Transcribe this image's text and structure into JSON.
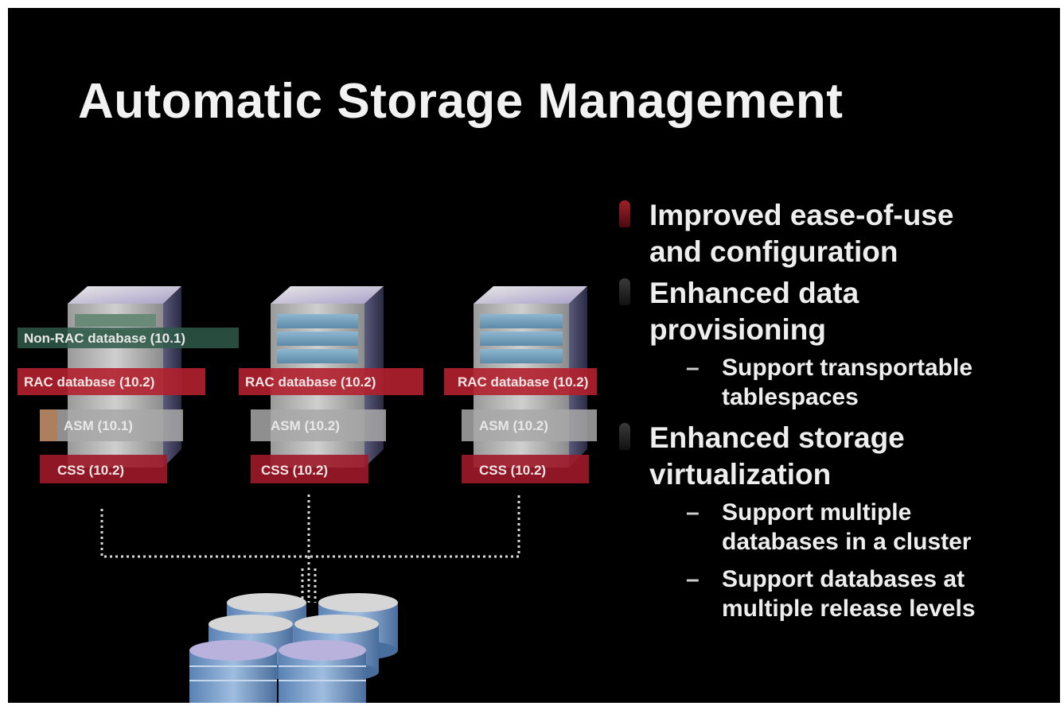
{
  "slide": {
    "title": "Automatic Storage Management"
  },
  "servers": [
    {
      "non_rac_label": "Non-RAC database (10.1)",
      "rac_label": "RAC database (10.2)",
      "asm_label": "ASM (10.1)",
      "css_label": "CSS (10.2)"
    },
    {
      "rac_label": "RAC database (10.2)",
      "asm_label": "ASM (10.2)",
      "css_label": "CSS (10.2)"
    },
    {
      "rac_label": "RAC database (10.2)",
      "asm_label": "ASM (10.2)",
      "css_label": "CSS (10.2)"
    }
  ],
  "bullets": [
    {
      "text_line1": "Improved ease-of-use",
      "text_line2": "and configuration",
      "marker_color": "#a0202a"
    },
    {
      "text_line1": "Enhanced data",
      "text_line2": "provisioning",
      "marker_color": "#3a3a3a",
      "sub": [
        {
          "line1": "Support transportable",
          "line2": "tablespaces"
        }
      ]
    },
    {
      "text_line1": "Enhanced storage",
      "text_line2": "virtualization",
      "marker_color": "#3a3a3a",
      "sub": [
        {
          "line1": "Support multiple",
          "line2": "databases in a cluster"
        },
        {
          "line1": "Support databases at",
          "line2": "multiple release levels"
        }
      ]
    }
  ],
  "sub_dash": "–",
  "colors": {
    "rac_band": "#b3202e",
    "css_band": "#9e1828",
    "asm_band": "#a8a8a8",
    "non_rac_band": "#2f5a4a",
    "cable": "#d8d8d8"
  }
}
